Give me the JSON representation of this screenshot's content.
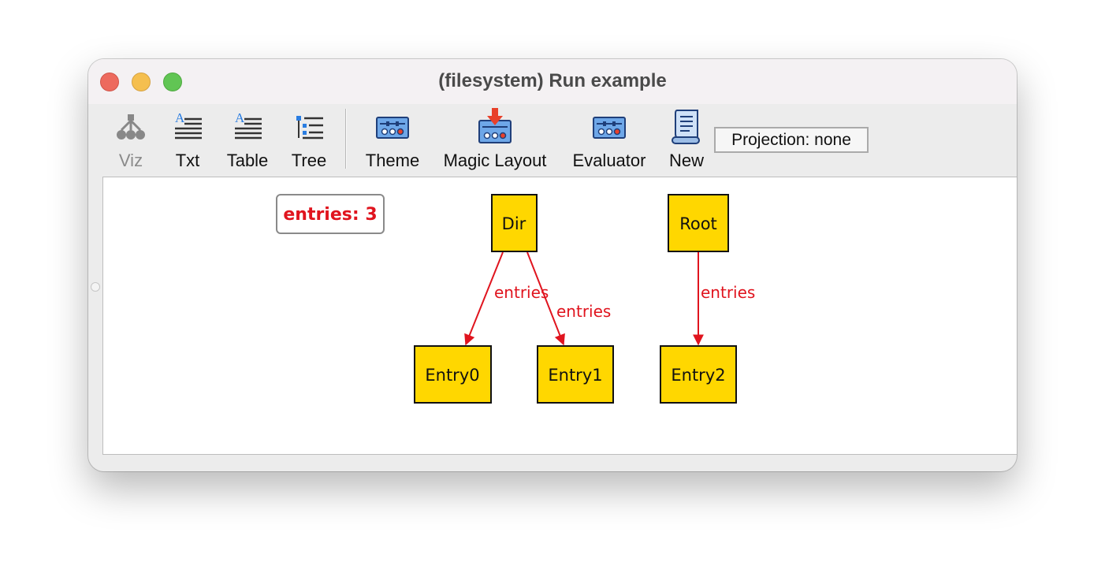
{
  "window": {
    "title": "(filesystem) Run example"
  },
  "toolbar": {
    "buttons": [
      {
        "label": "Viz",
        "icon": "viz-graph-icon",
        "enabled": false
      },
      {
        "label": "Txt",
        "icon": "text-lines-icon",
        "enabled": true
      },
      {
        "label": "Table",
        "icon": "table-lines-icon",
        "enabled": true
      },
      {
        "label": "Tree",
        "icon": "tree-list-icon",
        "enabled": true
      },
      {
        "label": "Theme",
        "icon": "theme-panel-icon",
        "enabled": true
      },
      {
        "label": "Magic Layout",
        "icon": "magic-layout-icon",
        "enabled": true
      },
      {
        "label": "Evaluator",
        "icon": "evaluator-panel-icon",
        "enabled": true
      },
      {
        "label": "New",
        "icon": "scroll-icon",
        "enabled": true
      }
    ],
    "projection": "Projection: none"
  },
  "graph": {
    "summary": "entries: 3",
    "nodes": [
      {
        "id": "dir",
        "label": "Dir"
      },
      {
        "id": "root",
        "label": "Root"
      },
      {
        "id": "entry0",
        "label": "Entry0"
      },
      {
        "id": "entry1",
        "label": "Entry1"
      },
      {
        "id": "entry2",
        "label": "Entry2"
      }
    ],
    "edges": [
      {
        "from": "dir",
        "to": "entry0",
        "label": "entries"
      },
      {
        "from": "dir",
        "to": "entry1",
        "label": "entries"
      },
      {
        "from": "root",
        "to": "entry2",
        "label": "entries"
      }
    ]
  },
  "colors": {
    "node_fill": "#ffd700",
    "edge_color": "#e0141e"
  }
}
